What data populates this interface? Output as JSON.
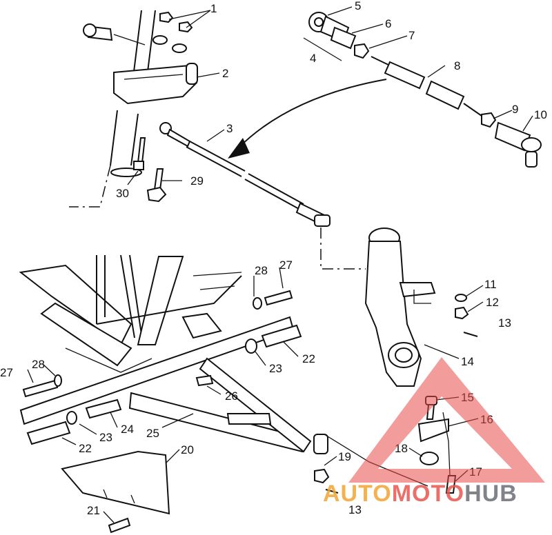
{
  "diagram": {
    "labels": [
      "1",
      "2",
      "3",
      "4",
      "5",
      "6",
      "7",
      "8",
      "9",
      "10",
      "11",
      "12",
      "13",
      "14",
      "15",
      "16",
      "17",
      "18",
      "19",
      "20",
      "21",
      "22",
      "22",
      "23",
      "23",
      "24",
      "25",
      "26",
      "27",
      "27",
      "28",
      "28",
      "29",
      "30",
      "13"
    ]
  },
  "watermark": {
    "auto": "AUTO",
    "moto": "MOTO",
    "hub": "HUB",
    "colors": {
      "auto": "#f2a330",
      "moto": "#e8554d",
      "hub": "#6a6f75",
      "triangle": "#e84a4a"
    }
  }
}
